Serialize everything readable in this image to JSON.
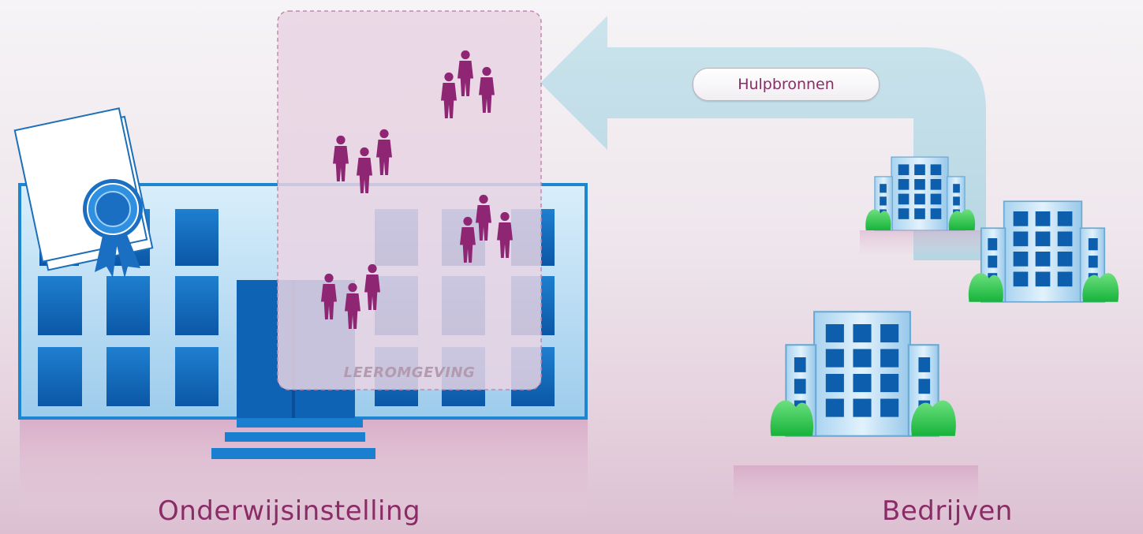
{
  "labels": {
    "institution": "Onderwijsinstelling",
    "companies": "Bedrijven",
    "resources": "Hulpbronnen",
    "learning_environment": "LEEROMGEVING"
  },
  "colors": {
    "caption": "#8a2c66",
    "building_blue": "#2f8fd0",
    "window_blue": "#0f63b5",
    "person": "#8e2673",
    "arrow": "#bcdbe6",
    "bush": "#2ecc4a"
  },
  "icons": [
    "certificate-icon",
    "award-ribbon-icon",
    "person-icon",
    "office-building-icon",
    "bush-icon",
    "arrow-left-icon"
  ]
}
